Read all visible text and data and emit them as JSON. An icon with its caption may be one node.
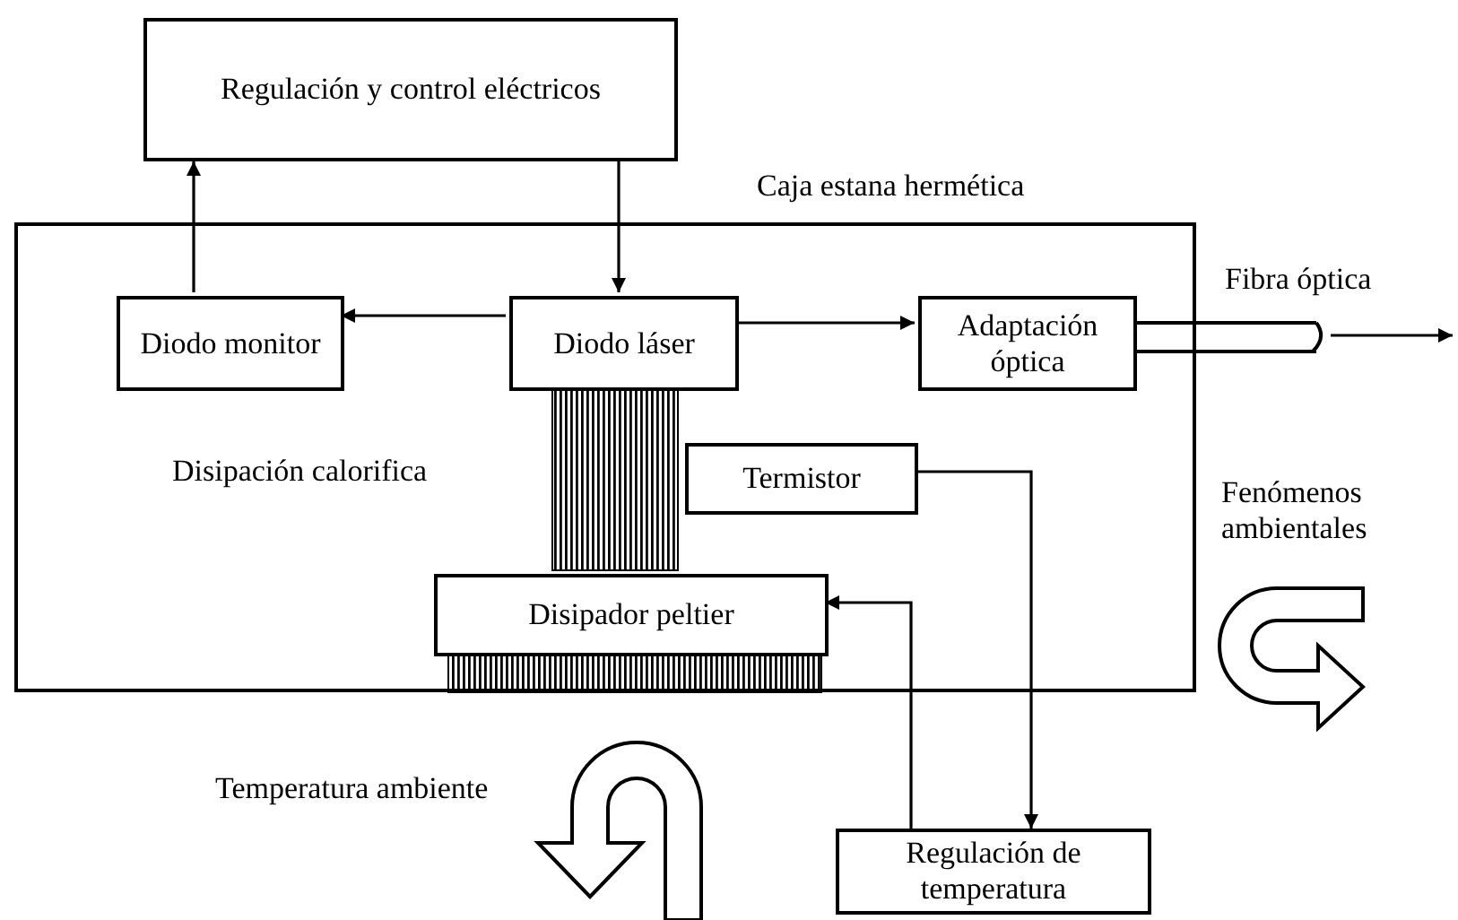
{
  "diagram": {
    "nodes": [
      {
        "text": [
          "Regulación y control eléctricos"
        ]
      },
      {
        "text": [
          "Caja estana hermética"
        ]
      },
      {
        "text": [
          "Diodo monitor"
        ],
        "in": 1
      },
      {
        "text": [
          "Diodo láser"
        ],
        "in": 1
      },
      {
        "text": [
          "Adaptación óptica"
        ],
        "in": 1
      },
      {
        "text": [
          "Termistor"
        ],
        "in": 1
      },
      {
        "text": [
          "Disipador peltier"
        ],
        "in": 1
      },
      {
        "text": [
          "Regulación de temperatura"
        ]
      },
      {
        "text": [],
        "shape": "bar",
        "beside": [
          "Fibra óptica"
        ]
      }
    ],
    "edges": [
      {
        "from": 0,
        "to": 3,
        "arrow": "to"
      },
      {
        "from": 2,
        "to": 0,
        "arrow": "to"
      },
      {
        "from": 3,
        "to": 2,
        "arrow": "to"
      },
      {
        "from": 3,
        "to": 4,
        "arrow": "to"
      },
      {
        "from": 5,
        "to": 7,
        "arrow": "to"
      },
      {
        "from": 7,
        "to": 6,
        "arrow": "to"
      },
      {
        "from": 8,
        "to": null,
        "arrow": "to"
      }
    ],
    "labels": [
      "Disipación calorifica",
      "Fenómenos ambientales",
      "Temperatura ambiente"
    ]
  }
}
